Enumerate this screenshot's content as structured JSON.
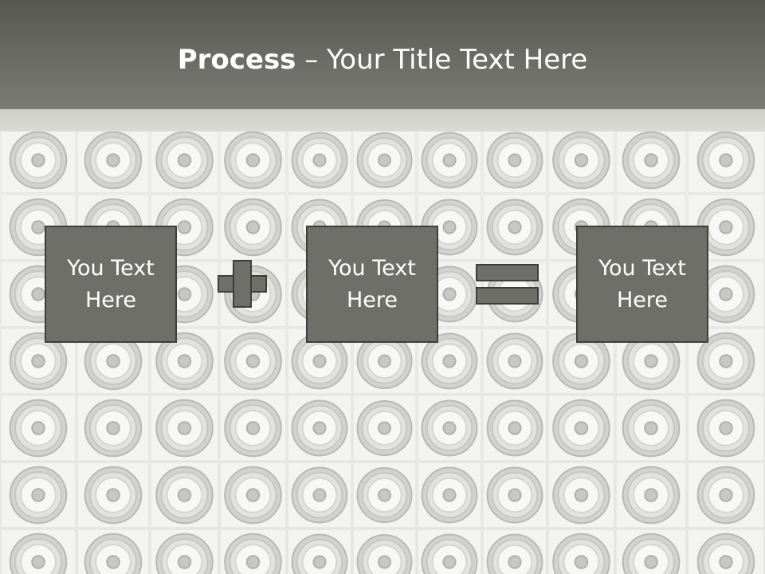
{
  "slide": {
    "title_bold": "Process",
    "title_rest": " – Your Title Text Here"
  },
  "process": {
    "box1": "You Text Here",
    "box2": "You Text Here",
    "box3": "You Text Here",
    "operator1": "plus-icon",
    "operator2": "equals-icon"
  },
  "colors": {
    "header": "#6c6c66",
    "box_fill": "#6f6f69",
    "box_border": "#3d3d39",
    "text": "#ffffff"
  }
}
